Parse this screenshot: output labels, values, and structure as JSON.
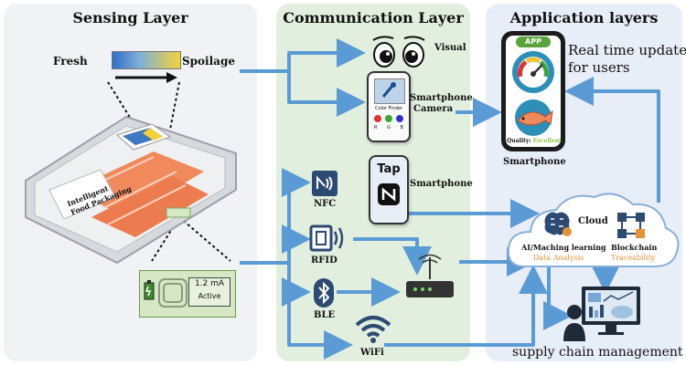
{
  "sensing": {
    "title": "Sensing Layer",
    "fresh_label": "Fresh",
    "spoilage_label": "Spoilage",
    "pack_line1": "Intelligent",
    "pack_line2": "Food Packaging",
    "tag_current": "1.2 mA",
    "tag_status": "Active"
  },
  "communication": {
    "title": "Communication Layer",
    "visual_label": "Visual",
    "camera_label_1": "Smartphone",
    "camera_label_2": "Camera",
    "color_finder_label": "Color Finder",
    "rgb_labels": [
      "R",
      "G",
      "B"
    ],
    "tap_label": "Tap",
    "tap_phone_label": "Smartphone",
    "nfc_label": "NFC",
    "rfid_label": "RFID",
    "ble_label": "BLE",
    "wifi_label": "WiFi"
  },
  "application": {
    "title": "Application layers",
    "app_badge": "APP",
    "realtime_line1": "Real time update",
    "realtime_line2": "for users",
    "quality_label": "Quality:",
    "quality_value": "Excellent",
    "smartphone_label": "Smartphone",
    "cloud_label": "Cloud",
    "ai_label": "AI/Maching learning",
    "data_analysis_label": "Data Analysis",
    "blockchain_label": "Blockchain",
    "traceability_label": "Traceability",
    "supply_chain_label": "supply chain management"
  },
  "colors": {
    "arrow": "#5b9bd5",
    "fresh_gradient_start": "#2f6fc9",
    "fresh_gradient_end": "#f2d23a",
    "accent_orange": "#e69138",
    "accent_green": "#8fc13b",
    "app_badge": "#5aa43c"
  }
}
